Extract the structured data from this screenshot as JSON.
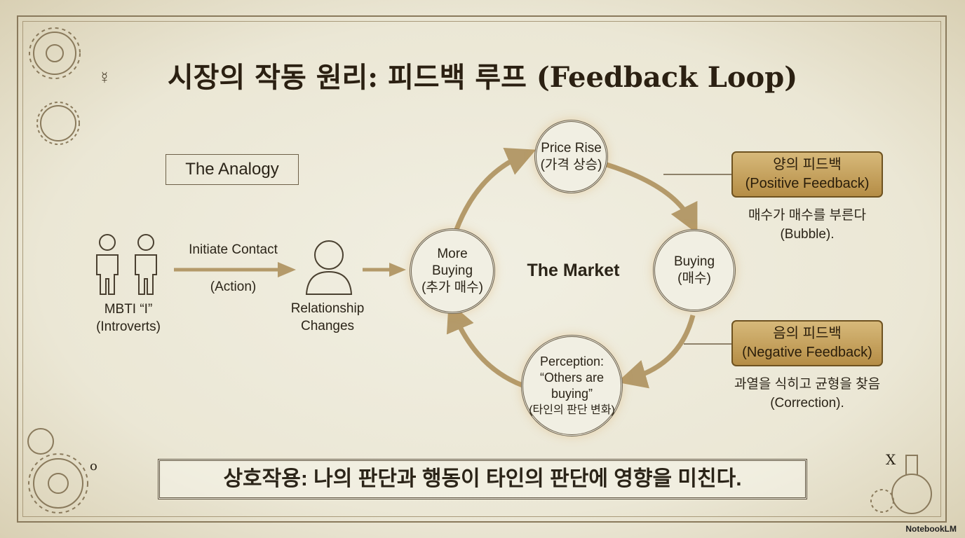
{
  "title": "시장의 작동 원리: 피드백 루프 (Feedback Loop)",
  "analogy": {
    "label": "The Analogy",
    "people_label_1": "MBTI “I”",
    "people_label_2": "(Introverts)",
    "action_line1": "Initiate Contact",
    "action_line2": "(Action)",
    "result_line1": "Relationship",
    "result_line2": "Changes"
  },
  "loop": {
    "center": "The Market",
    "nodes": [
      {
        "lines": [
          "Price Rise",
          "(가격 상승)"
        ]
      },
      {
        "lines": [
          "Buying",
          "(매수)"
        ]
      },
      {
        "lines": [
          "Perception:",
          "“Others are",
          "buying”",
          "(타인의 판단 변화)"
        ]
      },
      {
        "lines": [
          "More",
          "Buying",
          "(추가 매수)"
        ]
      }
    ]
  },
  "feedback": {
    "positive": {
      "title": "양의 피드백",
      "subtitle": "(Positive Feedback)",
      "desc1": "매수가 매수를 부른다",
      "desc2": "(Bubble)."
    },
    "negative": {
      "title": "음의 피드백",
      "subtitle": "(Negative Feedback)",
      "desc1": "과열을 식히고 균형을 찾음",
      "desc2": "(Correction)."
    }
  },
  "bottom_text": "상호작용: 나의 판단과 행동이 타인의 판단에 영향을 미친다.",
  "decor": {
    "symbol_left": "☿",
    "letter_x": "X",
    "letter_o": "o"
  },
  "brand": "NotebookLM",
  "colors": {
    "accent": "#b58d46",
    "arrow": "#b49a6a"
  }
}
